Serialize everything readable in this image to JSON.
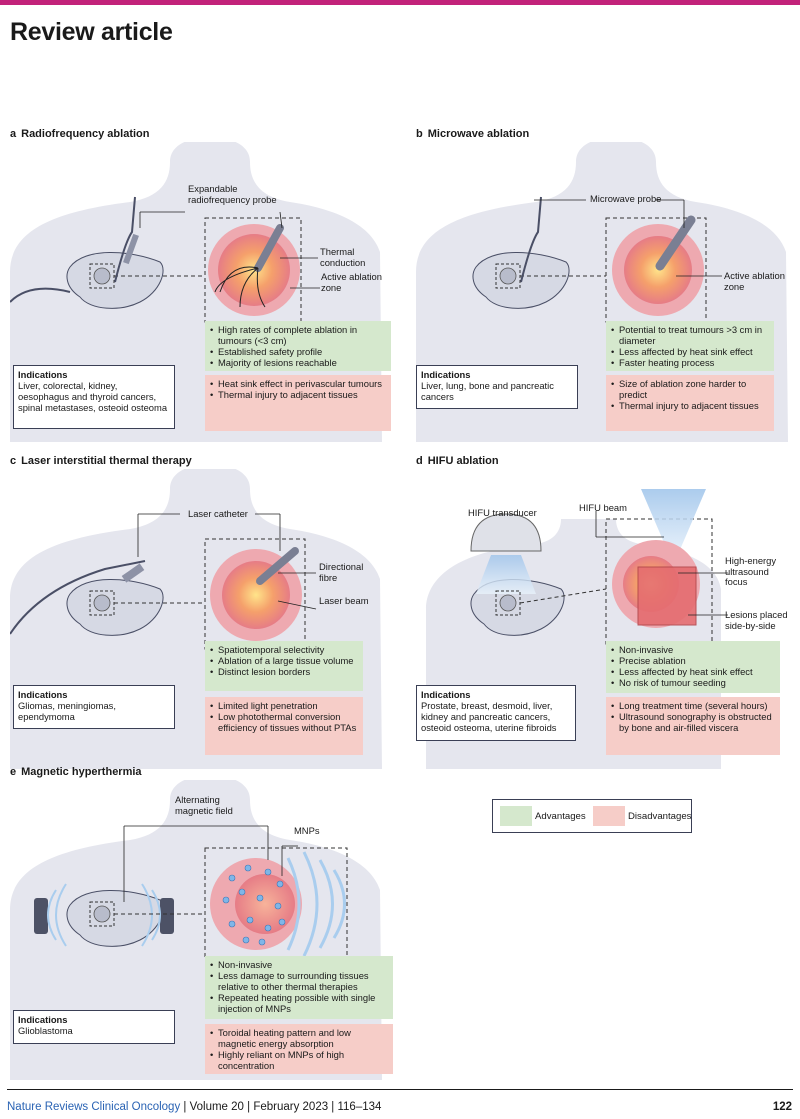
{
  "header": {
    "section": "Review article"
  },
  "panels": {
    "a": {
      "letter": "a",
      "title": "Radiofrequency ablation",
      "labels": {
        "probe": "Expandable\nradiofrequency probe",
        "conduction": "Thermal\nconduction",
        "zone": "Active ablation\nzone"
      },
      "advantages": [
        "High rates of complete ablation in tumours (<3 cm)",
        "Established safety profile",
        "Majority of lesions reachable"
      ],
      "disadvantages": [
        "Heat sink effect in perivascular tumours",
        "Thermal injury to adjacent tissues"
      ],
      "indications_label": "Indications",
      "indications": "Liver, colorectal, kidney, oesophagus and thyroid cancers, spinal metastases, osteoid osteoma"
    },
    "b": {
      "letter": "b",
      "title": "Microwave ablation",
      "labels": {
        "probe": "Microwave probe",
        "zone": "Active ablation\nzone"
      },
      "advantages": [
        "Potential to treat tumours >3 cm in diameter",
        "Less affected by heat sink effect",
        "Faster heating process"
      ],
      "disadvantages": [
        "Size of ablation zone harder to predict",
        "Thermal injury to adjacent tissues"
      ],
      "indications_label": "Indications",
      "indications": "Liver, lung, bone and pancreatic cancers"
    },
    "c": {
      "letter": "c",
      "title": "Laser interstitial thermal therapy",
      "labels": {
        "catheter": "Laser catheter",
        "fibre": "Directional\nfibre",
        "beam": "Laser beam"
      },
      "advantages": [
        "Spatiotemporal selectivity",
        "Ablation of a large tissue volume",
        "Distinct lesion borders"
      ],
      "disadvantages": [
        "Limited light penetration",
        "Low photothermal conversion efficiency of tissues without PTAs"
      ],
      "indications_label": "Indications",
      "indications": "Gliomas, meningiomas, ependymoma"
    },
    "d": {
      "letter": "d",
      "title": "HIFU ablation",
      "labels": {
        "transducer": "HIFU transducer",
        "beam": "HIFU beam",
        "focus": "High-energy\nultrasound\nfocus",
        "lesions": "Lesions placed\nside-by-side"
      },
      "advantages": [
        "Non-invasive",
        "Precise ablation",
        "Less affected by heat sink effect",
        "No risk of tumour seeding"
      ],
      "disadvantages": [
        "Long treatment time (several hours)",
        "Ultrasound sonography is obstructed by bone and air-filled viscera"
      ],
      "indications_label": "Indications",
      "indications": "Prostate, breast, desmoid, liver, kidney and pancreatic cancers, osteoid osteoma, uterine fibroids"
    },
    "e": {
      "letter": "e",
      "title": "Magnetic hyperthermia",
      "labels": {
        "field": "Alternating\nmagnetic field",
        "mnps": "MNPs"
      },
      "advantages": [
        "Non-invasive",
        "Less damage to surrounding tissues relative to other thermal therapies",
        "Repeated heating possible with single injection of MNPs"
      ],
      "disadvantages": [
        "Toroidal heating pattern and low magnetic energy absorption",
        "Highly reliant on MNPs of high concentration"
      ],
      "indications_label": "Indications",
      "indications": "Glioblastoma"
    }
  },
  "legend": {
    "advantages": "Advantages",
    "disadvantages": "Disadvantages",
    "advantages_color": "#d5e8cd",
    "disadvantages_color": "#f6cdc8"
  },
  "footer": {
    "journal": "Nature Reviews Clinical Oncology",
    "details": " | Volume 20 | February 2023 | 116–134",
    "page": "122"
  }
}
